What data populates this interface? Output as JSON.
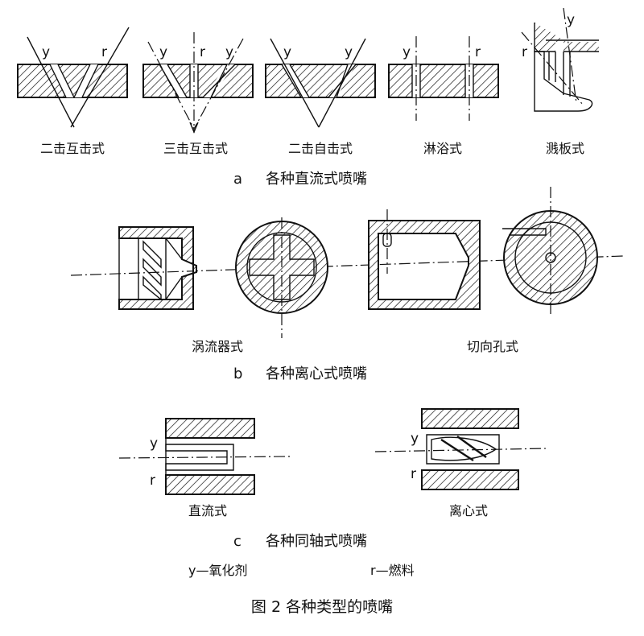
{
  "labels": {
    "y": "y",
    "r": "r"
  },
  "section_a": {
    "letter": "a",
    "title": "各种直流式喷嘴",
    "items": [
      "二击互击式",
      "三击互击式",
      "二击自击式",
      "淋浴式",
      "溅板式"
    ]
  },
  "section_b": {
    "letter": "b",
    "title": "各种离心式喷嘴",
    "items": [
      "涡流器式",
      "切向孔式"
    ]
  },
  "section_c": {
    "letter": "c",
    "title": "各种同轴式喷嘴",
    "items": [
      "直流式",
      "离心式"
    ]
  },
  "legend": {
    "y": "y—氧化剂",
    "r": "r—燃料"
  },
  "figure_caption": "图 2   各种类型的喷嘴"
}
